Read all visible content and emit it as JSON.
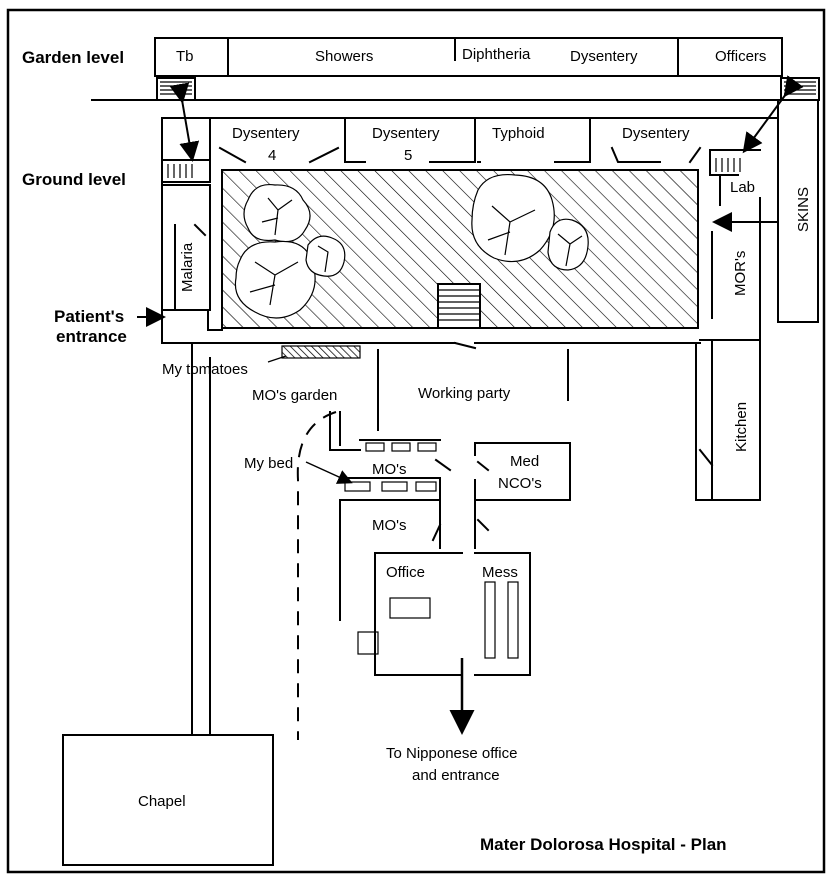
{
  "title": "Mater Dolorosa Hospital - Plan",
  "levels": {
    "garden": "Garden level",
    "ground": "Ground level"
  },
  "rooms": {
    "tb": "Tb",
    "showers": "Showers",
    "diphtheria": "Diphtheria",
    "dysentery_top": "Dysentery",
    "officers": "Officers",
    "dysentery_4": "Dysentery",
    "ward_4": "4",
    "dysentery_5": "Dysentery",
    "ward_5": "5",
    "typhoid": "Typhoid",
    "dysentery_right": "Dysentery",
    "lab": "Lab",
    "skins": "SKINS",
    "malaria": "Malaria",
    "mors": "MOR's",
    "kitchen": "Kitchen",
    "working_party": "Working party",
    "mos_garden": "MO's garden",
    "mos_upper": "MO's",
    "mos_lower": "MO's",
    "med_ncos_1": "Med",
    "med_ncos_2": "NCO's",
    "office": "Office",
    "mess": "Mess",
    "chapel": "Chapel"
  },
  "annotations": {
    "patients_entrance_1": "Patient's",
    "patients_entrance_2": "entrance",
    "my_tomatoes": "My  tomatoes",
    "my_bed": "My bed",
    "to_nipponese_1": "To Nipponese office",
    "to_nipponese_2": "and entrance"
  }
}
